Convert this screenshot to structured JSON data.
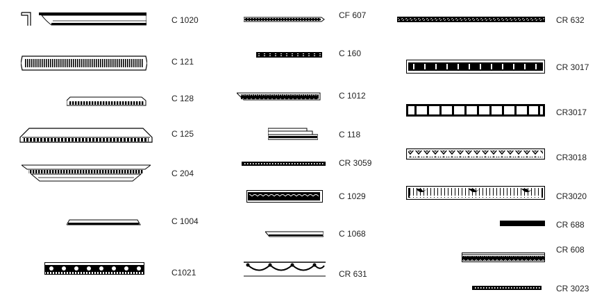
{
  "columns": [
    {
      "items": [
        {
          "code": "C 1020",
          "style": "cornice-corner"
        },
        {
          "code": "C 121",
          "style": "dentil-fine"
        },
        {
          "code": "C 128",
          "style": "dentil-small"
        },
        {
          "code": "C 125",
          "style": "dentil-wide"
        },
        {
          "code": "C 204",
          "style": "crown-dentil"
        },
        {
          "code": "C 1004",
          "style": "plain-thin"
        },
        {
          "code": "C1021",
          "style": "ornate-block"
        }
      ]
    },
    {
      "items": [
        {
          "code": "CF 607",
          "style": "bead-band"
        },
        {
          "code": "C 160",
          "style": "bead-dark"
        },
        {
          "code": "C 1012",
          "style": "leaf-band"
        },
        {
          "code": "C 118",
          "style": "step-profile"
        },
        {
          "code": "CR 3059",
          "style": "bead-band-long"
        },
        {
          "code": "C 1029",
          "style": "leaf-box"
        },
        {
          "code": "C 1068",
          "style": "angled-thin"
        },
        {
          "code": "CR 631",
          "style": "swag"
        }
      ]
    },
    {
      "items": [
        {
          "code": "CR 632",
          "style": "twist-band"
        },
        {
          "code": "CR 3017",
          "style": "panel-dark"
        },
        {
          "code": "CR3017",
          "style": "panel-ticks"
        },
        {
          "code": "CR3018",
          "style": "rosette-band"
        },
        {
          "code": "CR3020",
          "style": "panel-floral"
        },
        {
          "code": "CR 688",
          "style": "solid-bar"
        },
        {
          "code": "CR 608",
          "style": "leaf-strip"
        },
        {
          "code": "CR 3023",
          "style": "bead-strip"
        }
      ]
    }
  ]
}
